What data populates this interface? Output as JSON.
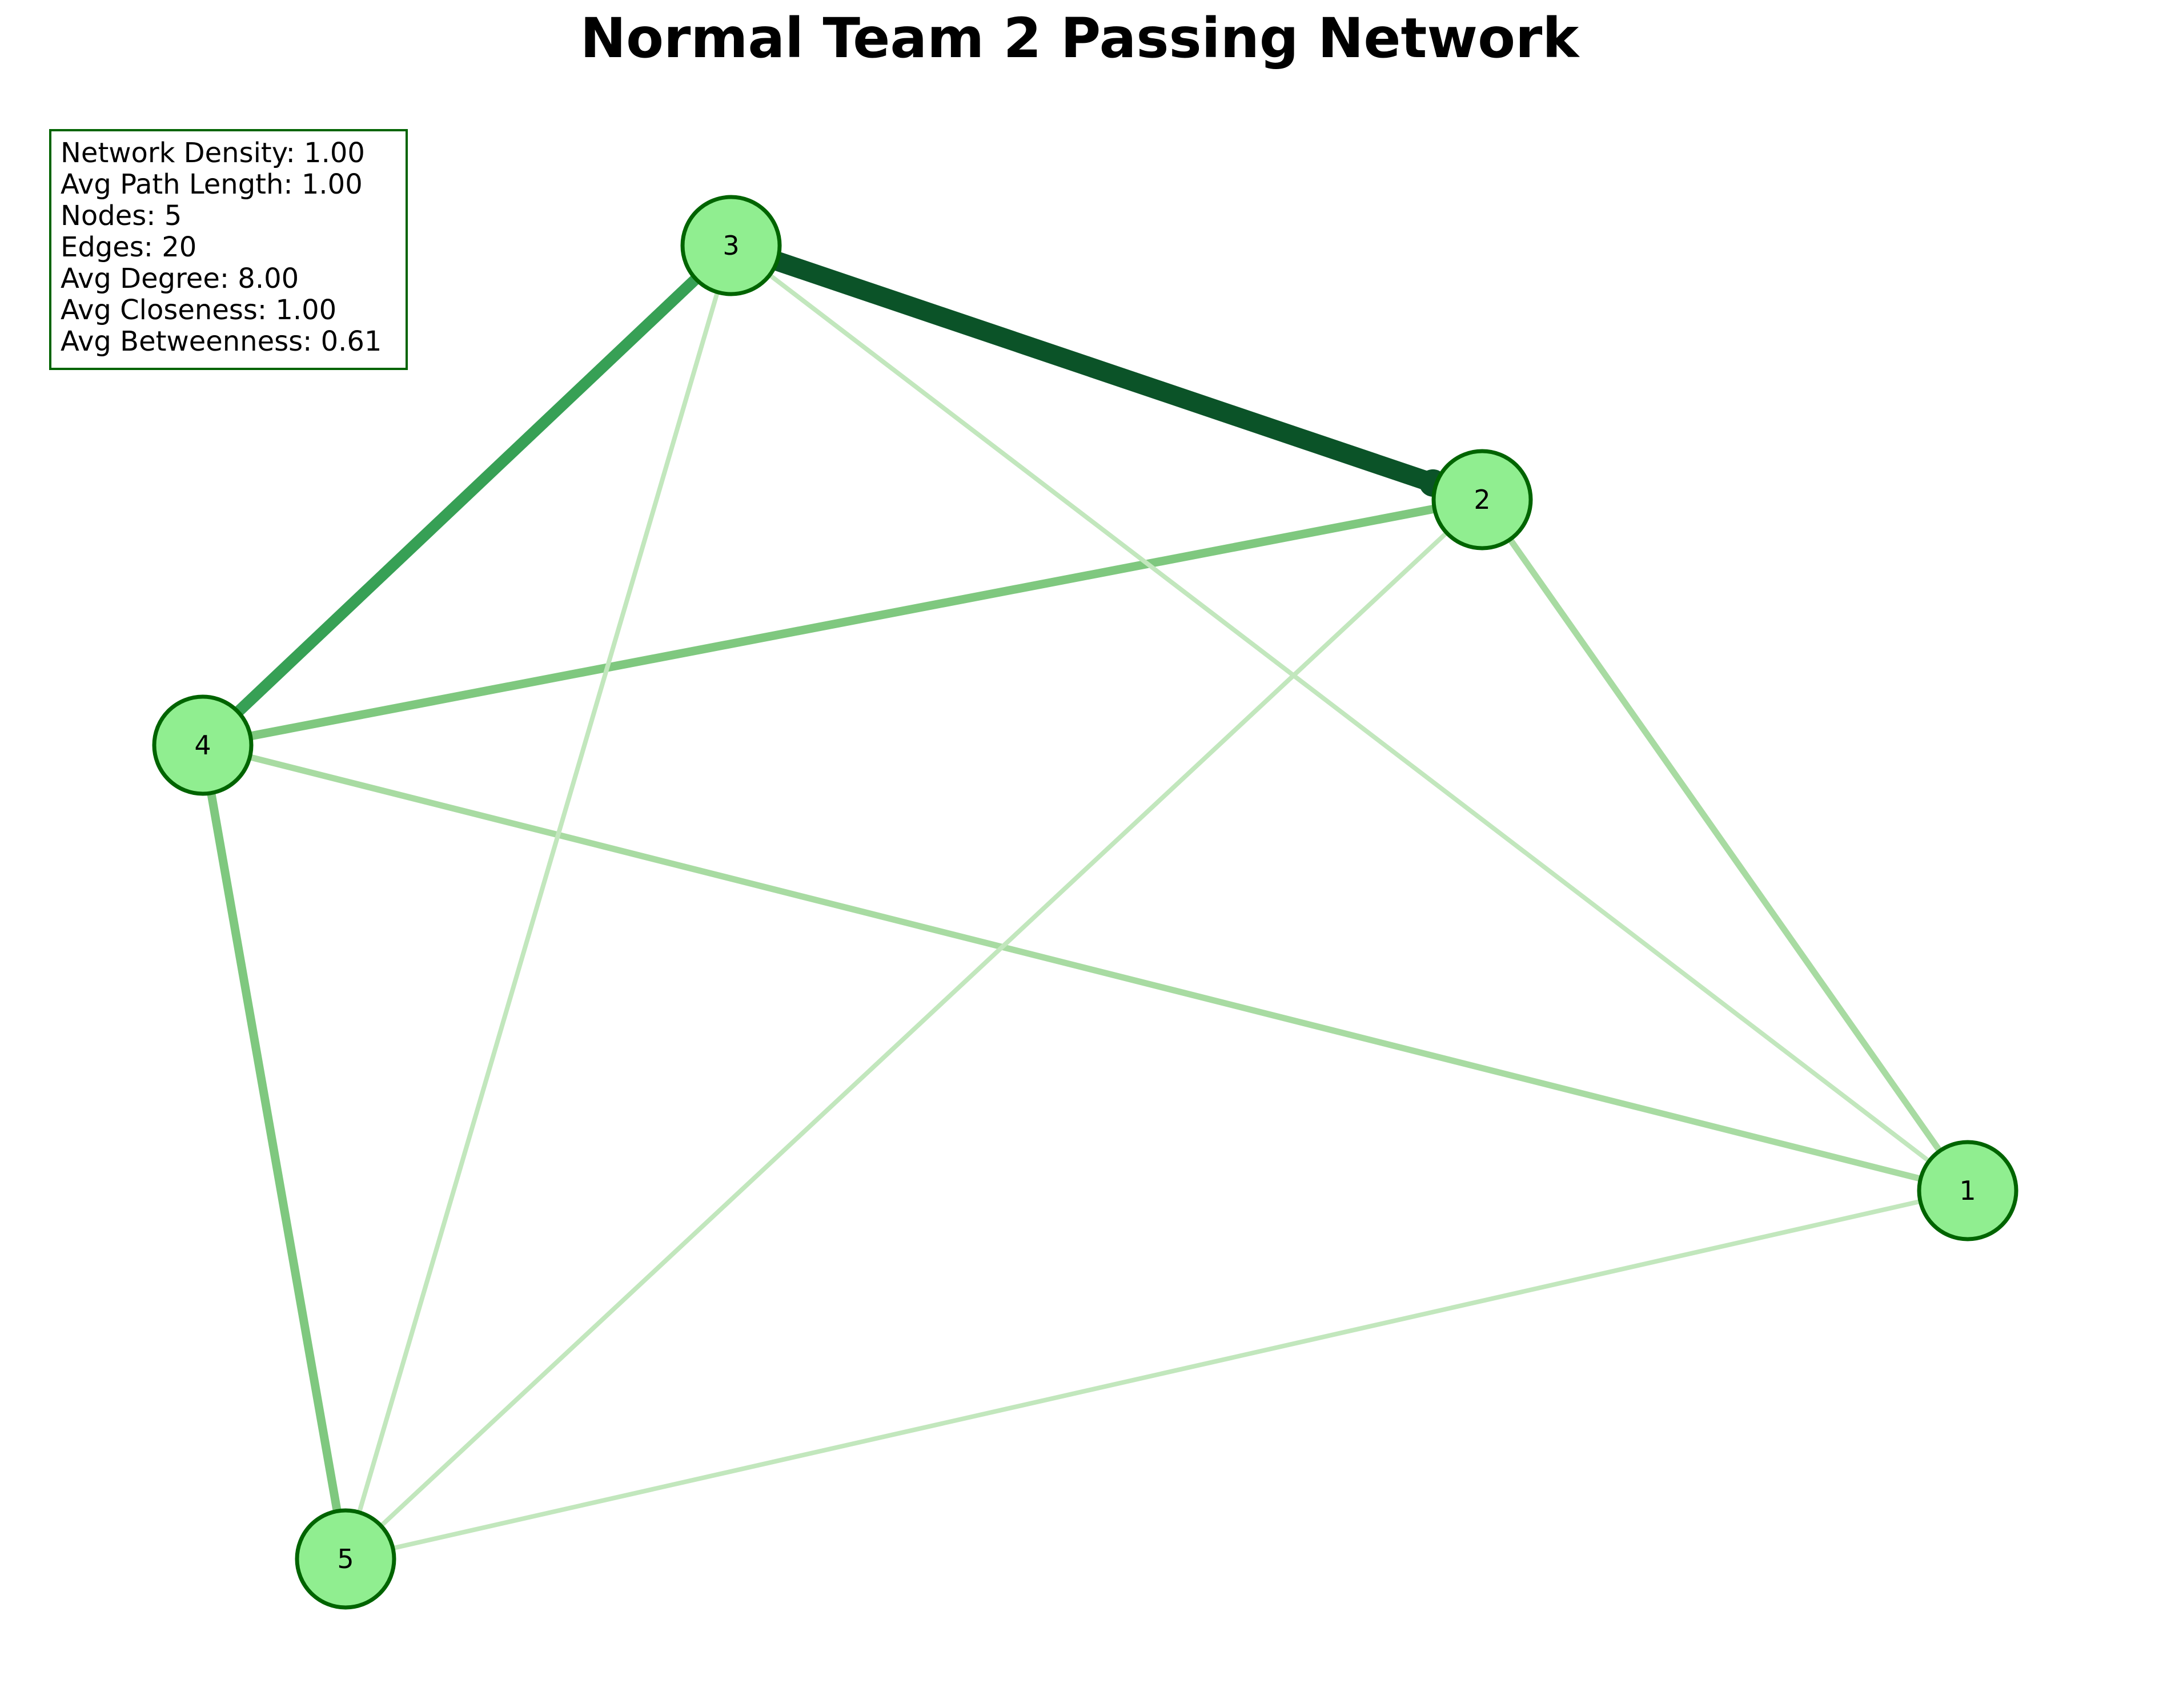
{
  "title": "Normal Team 2 Passing Network",
  "stats": [
    "Network Density: 1.00",
    "Avg Path Length: 1.00",
    "Nodes: 5",
    "Edges: 20",
    "Avg Degree: 8.00",
    "Avg Closeness: 1.00",
    "Avg Betweenness: 0.61"
  ],
  "colors": {
    "node_fill": "#90ee90",
    "node_stroke": "#006400",
    "stats_box_stroke": "#006400",
    "edge_strongest": "#0b5328",
    "edge_strong": "#37a055",
    "edge_medium": "#7fc87f",
    "edge_light": "#a8dba2",
    "edge_faint": "#c2e7bd"
  },
  "nodes": [
    {
      "id": "1",
      "label": "1"
    },
    {
      "id": "2",
      "label": "2"
    },
    {
      "id": "3",
      "label": "3"
    },
    {
      "id": "4",
      "label": "4"
    },
    {
      "id": "5",
      "label": "5"
    }
  ],
  "edges": [
    {
      "source": "3",
      "target": "2",
      "strength": "strongest"
    },
    {
      "source": "4",
      "target": "3",
      "strength": "strong"
    },
    {
      "source": "4",
      "target": "2",
      "strength": "medium"
    },
    {
      "source": "4",
      "target": "5",
      "strength": "medium"
    },
    {
      "source": "4",
      "target": "1",
      "strength": "light"
    },
    {
      "source": "2",
      "target": "1",
      "strength": "light"
    },
    {
      "source": "3",
      "target": "5",
      "strength": "faint"
    },
    {
      "source": "3",
      "target": "1",
      "strength": "faint"
    },
    {
      "source": "2",
      "target": "5",
      "strength": "faint"
    },
    {
      "source": "5",
      "target": "1",
      "strength": "faint"
    }
  ]
}
